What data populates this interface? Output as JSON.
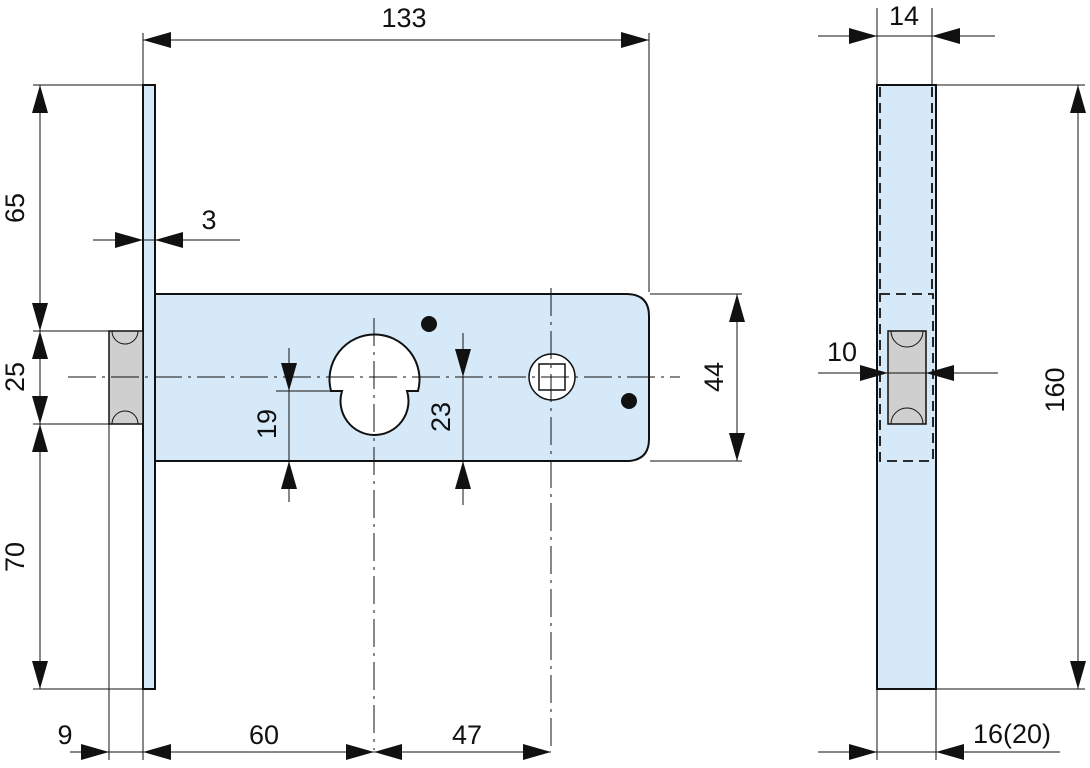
{
  "dimensions": {
    "overall_length": "133",
    "plate_thickness": "3",
    "top_height": "65",
    "latch_height": "25",
    "bottom_height": "70",
    "case_height": "44",
    "cylinder_hole": "19",
    "spindle_offset": "23",
    "plate_offset": "9",
    "backset": "60",
    "center_distance": "47",
    "side_width": "14",
    "latch_width": "10",
    "plate_length": "160",
    "door_thickness": "16(20)"
  },
  "colors": {
    "fill": "#d6e9f8",
    "stroke": "#111111",
    "latch": "#cfcfcf"
  }
}
